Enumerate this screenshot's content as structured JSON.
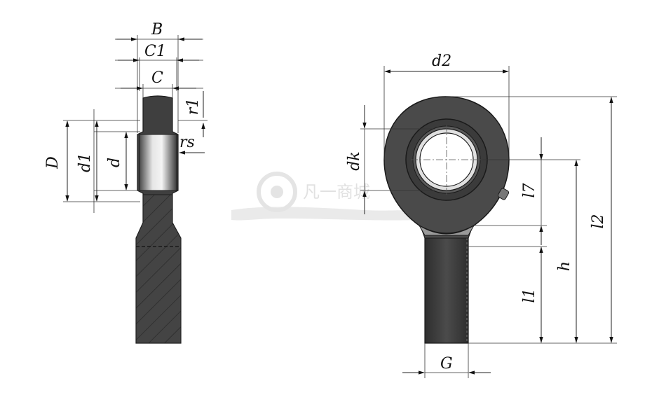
{
  "diagram": {
    "side_view_labels": {
      "B": "B",
      "C1": "C1",
      "C": "C",
      "r1": "r1",
      "rs": "rs",
      "D": "D",
      "d1": "d1",
      "d": "d"
    },
    "front_view_labels": {
      "d2": "d2",
      "dk": "dk",
      "l7": "l7",
      "h": "h",
      "l2": "l2",
      "l1": "l1",
      "G": "G"
    },
    "watermark": "凡一商城"
  },
  "colors": {
    "body_dark": "#3c3c3c",
    "body_mid": "#5a5a5a",
    "ring_light": "#d8d8d8",
    "dimension_line": "#222222"
  }
}
